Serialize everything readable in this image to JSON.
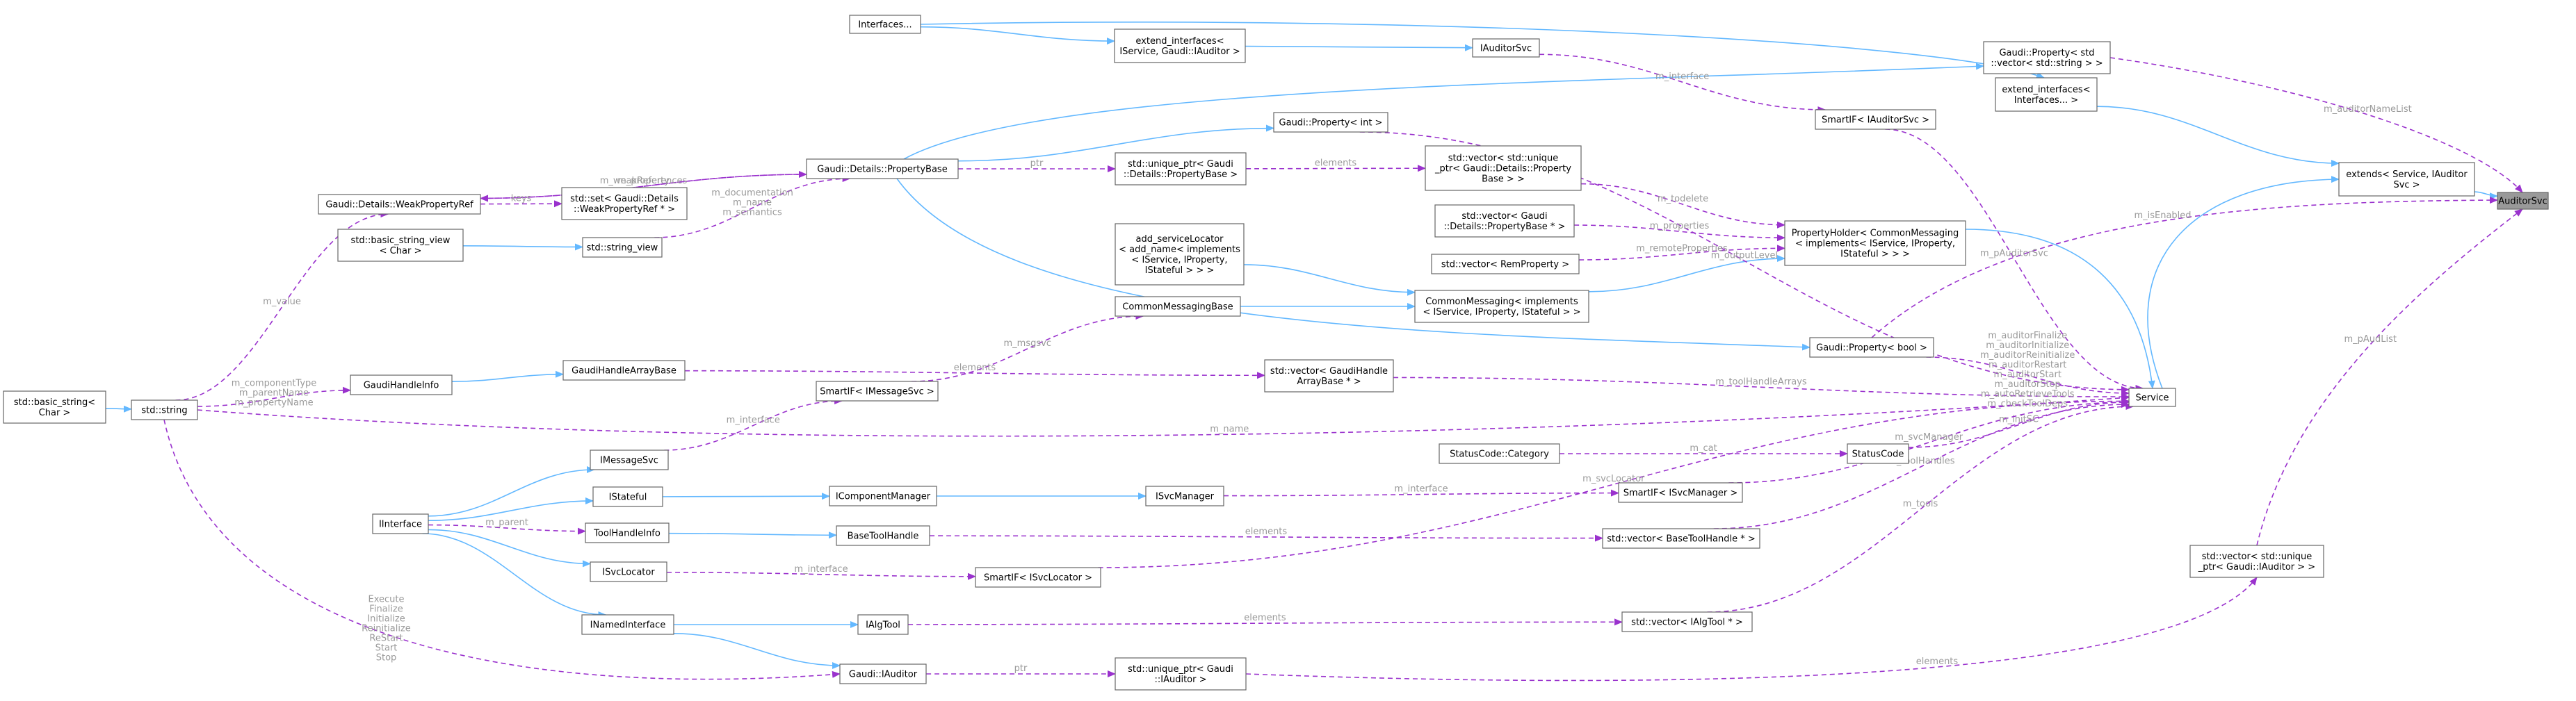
{
  "nodes": [
    {
      "id": "AuditorSvc",
      "lines": [
        "AuditorSvc"
      ],
      "root": true
    },
    {
      "id": "extends",
      "lines": [
        "extends< Service, IAuditor",
        "Svc >"
      ]
    },
    {
      "id": "Service",
      "lines": [
        "Service"
      ]
    },
    {
      "id": "extend_interfaces2",
      "lines": [
        "extend_interfaces<",
        "Interfaces... >"
      ]
    },
    {
      "id": "Interfaces",
      "lines": [
        "Interfaces..."
      ]
    },
    {
      "id": "extend_interfaces1",
      "lines": [
        "extend_interfaces<",
        "IService, Gaudi::IAuditor >"
      ]
    },
    {
      "id": "IAuditorSvc",
      "lines": [
        "IAuditorSvc"
      ]
    },
    {
      "id": "SmartIF_IAuditorSvc",
      "lines": [
        "SmartIF< IAuditorSvc >"
      ]
    },
    {
      "id": "GaudiPropertyVecString",
      "lines": [
        "Gaudi::Property< std",
        "::vector< std::string > >"
      ]
    },
    {
      "id": "GaudiPropertyInt",
      "lines": [
        "Gaudi::Property< int >"
      ]
    },
    {
      "id": "PropertyBase",
      "lines": [
        "Gaudi::Details::PropertyBase"
      ]
    },
    {
      "id": "unique_ptr_PropertyBase",
      "lines": [
        "std::unique_ptr< Gaudi",
        "::Details::PropertyBase >"
      ]
    },
    {
      "id": "vector_unique_ptr_PropertyBase",
      "lines": [
        "std::vector< std::unique",
        "_ptr< Gaudi::Details::Property",
        "Base > >"
      ]
    },
    {
      "id": "vector_PropertyBasePtr",
      "lines": [
        "std::vector< Gaudi",
        "::Details::PropertyBase * >"
      ]
    },
    {
      "id": "vector_RemProperty",
      "lines": [
        "std::vector< RemProperty >"
      ]
    },
    {
      "id": "PropertyHolder",
      "lines": [
        "PropertyHolder< CommonMessaging",
        "< implements< IService, IProperty,",
        "IStateful > > >"
      ]
    },
    {
      "id": "add_serviceLocator",
      "lines": [
        "add_serviceLocator",
        "< add_name< implements",
        "< IService, IProperty,",
        "IStateful > > >"
      ]
    },
    {
      "id": "CommonMessagingBase",
      "lines": [
        "CommonMessagingBase"
      ]
    },
    {
      "id": "CommonMessaging",
      "lines": [
        "CommonMessaging< implements",
        "< IService, IProperty, IStateful > >"
      ]
    },
    {
      "id": "WeakPropertyRef",
      "lines": [
        "Gaudi::Details::WeakPropertyRef"
      ]
    },
    {
      "id": "set_WeakPropertyRef",
      "lines": [
        "std::set< Gaudi::Details",
        "::WeakPropertyRef * >"
      ]
    },
    {
      "id": "basic_string_view",
      "lines": [
        "std::basic_string_view",
        "< Char >"
      ]
    },
    {
      "id": "string_view",
      "lines": [
        "std::string_view"
      ]
    },
    {
      "id": "GaudiPropertyBool",
      "lines": [
        "Gaudi::Property< bool >"
      ]
    },
    {
      "id": "GaudiHandleArrayBase",
      "lines": [
        "GaudiHandleArrayBase"
      ]
    },
    {
      "id": "GaudiHandleInfo",
      "lines": [
        "GaudiHandleInfo"
      ]
    },
    {
      "id": "SmartIF_IMessageSvc",
      "lines": [
        "SmartIF< IMessageSvc >"
      ]
    },
    {
      "id": "vector_GaudiHandleArrayBase",
      "lines": [
        "std::vector< GaudiHandle",
        "ArrayBase * >"
      ]
    },
    {
      "id": "basic_string",
      "lines": [
        "std::basic_string<",
        "Char >"
      ]
    },
    {
      "id": "std_string",
      "lines": [
        "std::string"
      ]
    },
    {
      "id": "IMessageSvc",
      "lines": [
        "IMessageSvc"
      ]
    },
    {
      "id": "IStateful",
      "lines": [
        "IStateful"
      ]
    },
    {
      "id": "IComponentManager",
      "lines": [
        "IComponentManager"
      ]
    },
    {
      "id": "ISvcManager",
      "lines": [
        "ISvcManager"
      ]
    },
    {
      "id": "StatusCodeCategory",
      "lines": [
        "StatusCode::Category"
      ]
    },
    {
      "id": "StatusCode",
      "lines": [
        "StatusCode"
      ]
    },
    {
      "id": "SmartIF_ISvcManager",
      "lines": [
        "SmartIF< ISvcManager >"
      ]
    },
    {
      "id": "IInterface",
      "lines": [
        "IInterface"
      ]
    },
    {
      "id": "ToolHandleInfo",
      "lines": [
        "ToolHandleInfo"
      ]
    },
    {
      "id": "BaseToolHandle",
      "lines": [
        "BaseToolHandle"
      ]
    },
    {
      "id": "vector_BaseToolHandle",
      "lines": [
        "std::vector< BaseToolHandle * >"
      ]
    },
    {
      "id": "ISvcLocator",
      "lines": [
        "ISvcLocator"
      ]
    },
    {
      "id": "SmartIF_ISvcLocator",
      "lines": [
        "SmartIF< ISvcLocator >"
      ]
    },
    {
      "id": "INamedInterface",
      "lines": [
        "INamedInterface"
      ]
    },
    {
      "id": "IAlgTool",
      "lines": [
        "IAlgTool"
      ]
    },
    {
      "id": "vector_IAlgTool",
      "lines": [
        "std::vector< IAlgTool * >"
      ]
    },
    {
      "id": "GaudiIAuditor",
      "lines": [
        "Gaudi::IAuditor"
      ]
    },
    {
      "id": "unique_ptr_GaudiIAuditor",
      "lines": [
        "std::unique_ptr< Gaudi",
        "::IAuditor >"
      ]
    },
    {
      "id": "vector_unique_ptr_GaudiIAuditor",
      "lines": [
        "std::vector< std::unique",
        "_ptr< Gaudi::IAuditor > >"
      ]
    }
  ],
  "edges": [
    {
      "from": "extends",
      "to": "AuditorSvc",
      "kind": "inherit",
      "label": []
    },
    {
      "from": "Service",
      "to": "extends",
      "kind": "inherit",
      "label": []
    },
    {
      "from": "extend_interfaces2",
      "to": "extends",
      "kind": "inherit",
      "label": []
    },
    {
      "from": "Interfaces",
      "to": "extend_interfaces2",
      "kind": "inherit",
      "label": []
    },
    {
      "from": "Interfaces",
      "to": "extend_interfaces1",
      "kind": "inherit",
      "label": []
    },
    {
      "from": "extend_interfaces1",
      "to": "IAuditorSvc",
      "kind": "inherit",
      "label": []
    },
    {
      "from": "PropertyBase",
      "to": "GaudiPropertyVecString",
      "kind": "inherit",
      "label": []
    },
    {
      "from": "PropertyBase",
      "to": "GaudiPropertyInt",
      "kind": "inherit",
      "label": []
    },
    {
      "from": "PropertyBase",
      "to": "GaudiPropertyBool",
      "kind": "inherit",
      "label": []
    },
    {
      "from": "add_serviceLocator",
      "to": "CommonMessaging",
      "kind": "inherit",
      "label": []
    },
    {
      "from": "CommonMessagingBase",
      "to": "CommonMessaging",
      "kind": "inherit",
      "label": []
    },
    {
      "from": "CommonMessaging",
      "to": "PropertyHolder",
      "kind": "inherit",
      "label": []
    },
    {
      "from": "PropertyHolder",
      "to": "Service",
      "kind": "inherit",
      "label": []
    },
    {
      "from": "basic_string_view",
      "to": "string_view",
      "kind": "inherit",
      "label": []
    },
    {
      "from": "basic_string",
      "to": "std_string",
      "kind": "inherit",
      "label": []
    },
    {
      "from": "GaudiHandleInfo",
      "to": "GaudiHandleArrayBase",
      "kind": "inherit",
      "label": []
    },
    {
      "from": "IInterface",
      "to": "IMessageSvc",
      "kind": "inherit",
      "label": []
    },
    {
      "from": "IInterface",
      "to": "IStateful",
      "kind": "inherit",
      "label": []
    },
    {
      "from": "IInterface",
      "to": "ISvcLocator",
      "kind": "inherit",
      "label": []
    },
    {
      "from": "IInterface",
      "to": "INamedInterface",
      "kind": "inherit",
      "label": []
    },
    {
      "from": "IStateful",
      "to": "IComponentManager",
      "kind": "inherit",
      "label": []
    },
    {
      "from": "IComponentManager",
      "to": "ISvcManager",
      "kind": "inherit",
      "label": []
    },
    {
      "from": "ToolHandleInfo",
      "to": "BaseToolHandle",
      "kind": "inherit",
      "label": []
    },
    {
      "from": "INamedInterface",
      "to": "IAlgTool",
      "kind": "inherit",
      "label": []
    },
    {
      "from": "INamedInterface",
      "to": "GaudiIAuditor",
      "kind": "inherit",
      "label": []
    },
    {
      "from": "GaudiPropertyVecString",
      "to": "AuditorSvc",
      "kind": "use",
      "label": [
        "m_auditorNameList"
      ]
    },
    {
      "from": "IAuditorSvc",
      "to": "SmartIF_IAuditorSvc",
      "kind": "use",
      "label": [
        "m_interface"
      ]
    },
    {
      "from": "SmartIF_IAuditorSvc",
      "to": "Service",
      "kind": "use",
      "label": [
        "m_pAuditorSvc"
      ]
    },
    {
      "from": "GaudiPropertyInt",
      "to": "Service",
      "kind": "use",
      "label": [
        "m_outputLevel"
      ]
    },
    {
      "from": "PropertyBase",
      "to": "unique_ptr_PropertyBase",
      "kind": "use",
      "label": [
        "ptr"
      ]
    },
    {
      "from": "unique_ptr_PropertyBase",
      "to": "vector_unique_ptr_PropertyBase",
      "kind": "use",
      "label": [
        "elements"
      ]
    },
    {
      "from": "vector_unique_ptr_PropertyBase",
      "to": "PropertyHolder",
      "kind": "use",
      "label": [
        "m_todelete"
      ]
    },
    {
      "from": "vector_PropertyBasePtr",
      "to": "PropertyHolder",
      "kind": "use",
      "label": [
        "m_properties"
      ]
    },
    {
      "from": "vector_RemProperty",
      "to": "PropertyHolder",
      "kind": "use",
      "label": [
        "m_remoteProperties"
      ]
    },
    {
      "from": "GaudiPropertyBool",
      "to": "AuditorSvc",
      "kind": "use",
      "label": [
        "m_isEnabled"
      ]
    },
    {
      "from": "GaudiPropertyBool",
      "to": "Service",
      "kind": "use",
      "label": [
        "m_auditorFinalize",
        "m_auditorInitialize",
        "m_auditorReinitialize",
        "m_auditorRestart",
        "m_auditorStart",
        "m_auditorStop",
        "m_autoRetrieveTools",
        "m_checkToolDeps"
      ]
    },
    {
      "from": "PropertyBase",
      "to": "WeakPropertyRef",
      "kind": "use",
      "label": [
        "m_property"
      ]
    },
    {
      "from": "WeakPropertyRef",
      "to": "PropertyBase",
      "kind": "use",
      "label": [
        "m_weakReferences"
      ]
    },
    {
      "from": "WeakPropertyRef",
      "to": "set_WeakPropertyRef",
      "kind": "use",
      "label": [
        "keys"
      ]
    },
    {
      "from": "string_view",
      "to": "PropertyBase",
      "kind": "use",
      "label": [
        "m_documentation",
        "m_name",
        "m_semantics"
      ]
    },
    {
      "from": "std_string",
      "to": "WeakPropertyRef",
      "kind": "use",
      "label": [
        "m_value"
      ]
    },
    {
      "from": "std_string",
      "to": "GaudiHandleInfo",
      "kind": "use",
      "label": [
        "m_componentType",
        "m_parentName",
        "m_propertyName"
      ]
    },
    {
      "from": "std_string",
      "to": "Service",
      "kind": "use",
      "label": [
        "m_name"
      ]
    },
    {
      "from": "std_string",
      "to": "GaudiIAuditor",
      "kind": "use",
      "label": [
        "Execute",
        "Finalize",
        "Initialize",
        "Reinitialize",
        "ReStart",
        "Start",
        "Stop"
      ]
    },
    {
      "from": "SmartIF_IMessageSvc",
      "to": "CommonMessagingBase",
      "kind": "use",
      "label": [
        "m_msgsvc"
      ]
    },
    {
      "from": "IMessageSvc",
      "to": "SmartIF_IMessageSvc",
      "kind": "use",
      "label": [
        "m_interface"
      ]
    },
    {
      "from": "GaudiHandleArrayBase",
      "to": "vector_GaudiHandleArrayBase",
      "kind": "use",
      "label": [
        "elements"
      ]
    },
    {
      "from": "vector_GaudiHandleArrayBase",
      "to": "Service",
      "kind": "use",
      "label": [
        "m_toolHandleArrays"
      ]
    },
    {
      "from": "StatusCodeCategory",
      "to": "StatusCode",
      "kind": "use",
      "label": [
        "m_cat"
      ]
    },
    {
      "from": "StatusCode",
      "to": "Service",
      "kind": "use",
      "label": [
        "m_initSC"
      ]
    },
    {
      "from": "ISvcManager",
      "to": "SmartIF_ISvcManager",
      "kind": "use",
      "label": [
        "m_interface"
      ]
    },
    {
      "from": "SmartIF_ISvcManager",
      "to": "Service",
      "kind": "use",
      "label": [
        "m_svcManager"
      ]
    },
    {
      "from": "IInterface",
      "to": "ToolHandleInfo",
      "kind": "use",
      "label": [
        "m_parent"
      ]
    },
    {
      "from": "BaseToolHandle",
      "to": "vector_BaseToolHandle",
      "kind": "use",
      "label": [
        "elements"
      ]
    },
    {
      "from": "vector_BaseToolHandle",
      "to": "Service",
      "kind": "use",
      "label": [
        "m_toolHandles"
      ]
    },
    {
      "from": "ISvcLocator",
      "to": "SmartIF_ISvcLocator",
      "kind": "use",
      "label": [
        "m_interface"
      ]
    },
    {
      "from": "SmartIF_ISvcLocator",
      "to": "Service",
      "kind": "use",
      "label": [
        "m_svcLocator"
      ]
    },
    {
      "from": "IAlgTool",
      "to": "vector_IAlgTool",
      "kind": "use",
      "label": [
        "elements"
      ]
    },
    {
      "from": "vector_IAlgTool",
      "to": "Service",
      "kind": "use",
      "label": [
        "m_tools"
      ]
    },
    {
      "from": "GaudiIAuditor",
      "to": "unique_ptr_GaudiIAuditor",
      "kind": "use",
      "label": [
        "ptr"
      ]
    },
    {
      "from": "unique_ptr_GaudiIAuditor",
      "to": "vector_unique_ptr_GaudiIAuditor",
      "kind": "use",
      "label": [
        "elements"
      ]
    },
    {
      "from": "vector_unique_ptr_GaudiIAuditor",
      "to": "AuditorSvc",
      "kind": "use",
      "label": [
        "m_pAudList"
      ]
    }
  ],
  "colors": {
    "inherit_edge": "#63b8ff",
    "use_edge": "#9a32cd",
    "edge_label": "#9a9a9a",
    "node_border": "#666666",
    "root_fill": "#999999"
  }
}
